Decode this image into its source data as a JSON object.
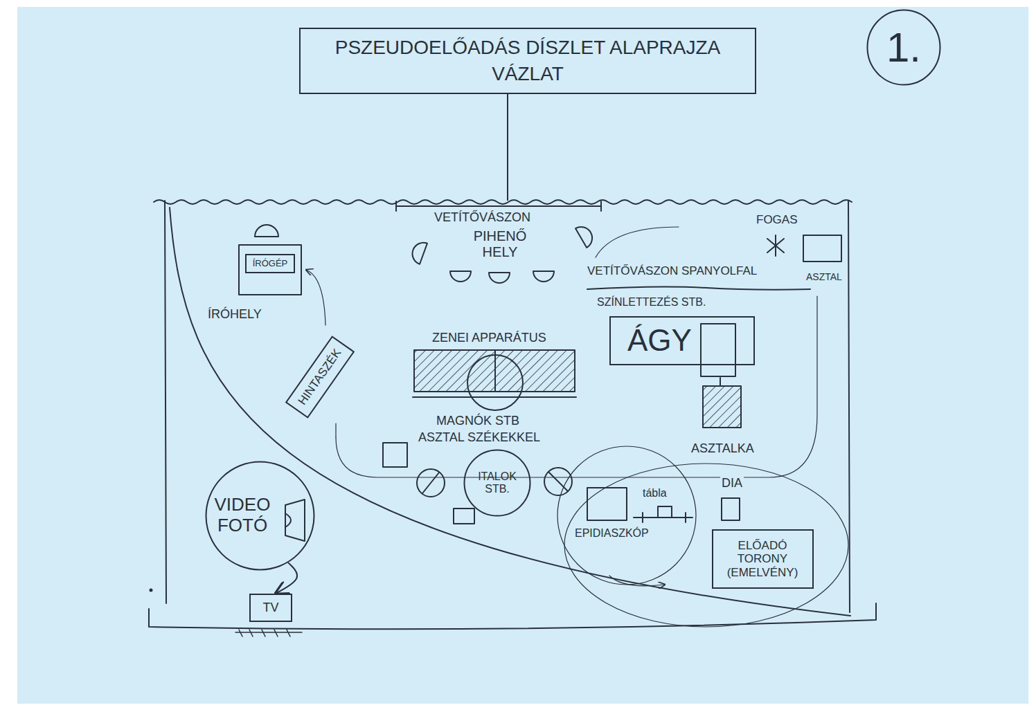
{
  "diagram": {
    "title": "PSZEUDOELŐADÁS DÍSZLET ALAPRAJZA VÁZLAT",
    "nodes": [
      {
        "text": [
          "1."
        ]
      },
      {
        "text": [
          "ÍRÓGÉP"
        ]
      },
      {
        "text": [
          "HINTASZÉK"
        ]
      },
      {
        "text": [
          "ÁGY"
        ]
      },
      {
        "text": [
          "ITALOK STB."
        ]
      },
      {
        "text": [
          "VIDEO FOTÓ"
        ]
      },
      {
        "text": [
          "ELŐADÓ TORONY (EMELVÉNY)"
        ]
      },
      {
        "text": [
          "TV"
        ]
      }
    ],
    "edges": [
      {
        "from": 5,
        "to": 7,
        "arrow": "to"
      }
    ],
    "labels": [
      "VETÍTŐVÁSZON",
      "PIHENŐ HELY",
      "FOGAS",
      "ASZTAL",
      "VETÍTŐVÁSZON SPANYOLFAL",
      "SZÍNLETTEZÉS STB.",
      "ÍRÓHELY",
      "ZENEI APPARÁTUS",
      "MAGNÓK STB",
      "ASZTAL SZÉKEKKEL",
      "ASZTALKA",
      "EPIDIASZKÓP",
      "tábla",
      "DIA"
    ]
  }
}
